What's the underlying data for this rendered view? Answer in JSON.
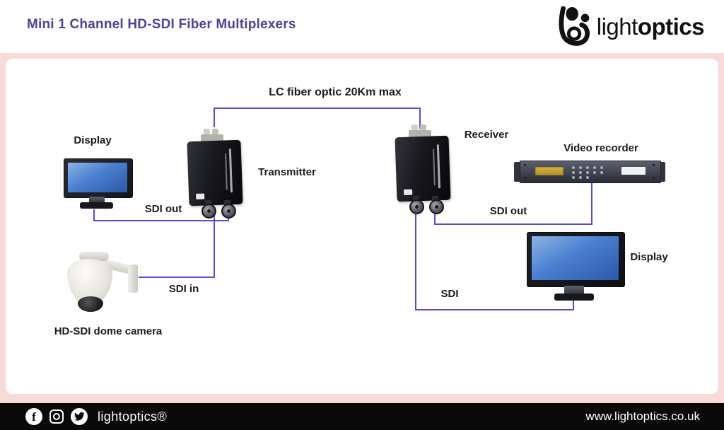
{
  "header": {
    "title": "Mini 1 Channel HD-SDI Fiber Multiplexers",
    "logo": {
      "light": "light",
      "bold": "optics"
    }
  },
  "diagram": {
    "labels": {
      "fiber_link": "LC fiber optic 20Km max",
      "display_left": "Display",
      "sdi_out_left": "SDI out",
      "transmitter": "Transmitter",
      "receiver": "Receiver",
      "video_recorder": "Video recorder",
      "sdi_out_right": "SDI out",
      "sdi_in": "SDI in",
      "sdi": "SDI",
      "dome_camera": "HD-SDI dome camera",
      "display_right": "Display"
    }
  },
  "footer": {
    "brand": "lightoptics®",
    "website": "www.lightoptics.co.uk"
  },
  "colors": {
    "title_purple": "#4f4299",
    "wire_blue": "#564dd4",
    "pink_band": "#f8dbd8",
    "footer_black": "#0a0a0a"
  }
}
